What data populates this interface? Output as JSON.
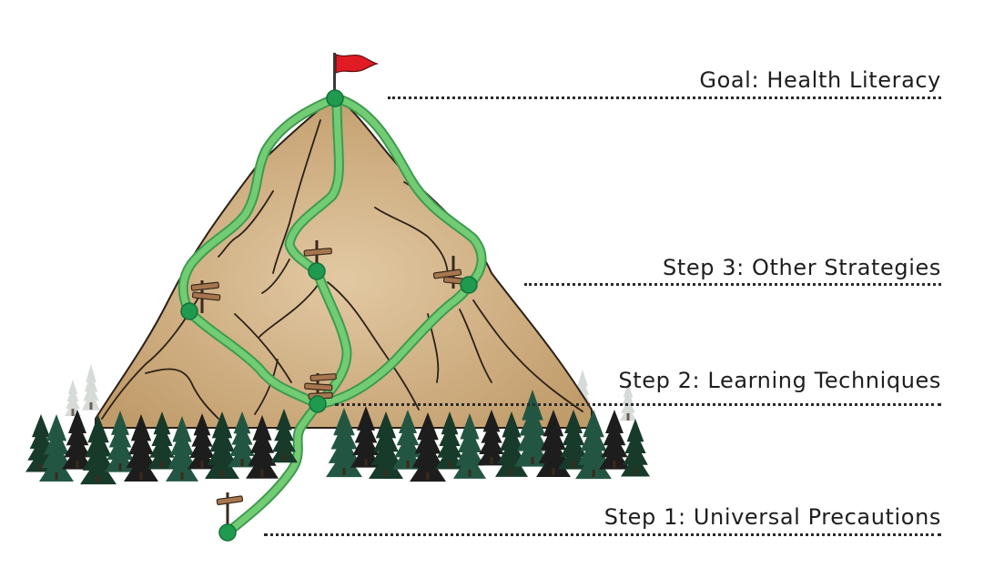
{
  "colors": {
    "mountain": "#d3b48a",
    "mountain_shade": "#c2a071",
    "ridge": "#2b2117",
    "trail": "#72cc74",
    "trail_outline": "#3f9a4f",
    "node": "#1f9a4e",
    "flag": "#e01b24",
    "tree_dark": "#173a2a",
    "tree_mid": "#235642",
    "tree_black": "#1d1d1d",
    "sign": "#a6774f"
  },
  "steps": [
    {
      "label": "Goal: Health Literacy"
    },
    {
      "label": "Step 3: Other Strategies"
    },
    {
      "label": "Step 2: Learning Techniques"
    },
    {
      "label": "Step 1: Universal Precautions"
    }
  ]
}
